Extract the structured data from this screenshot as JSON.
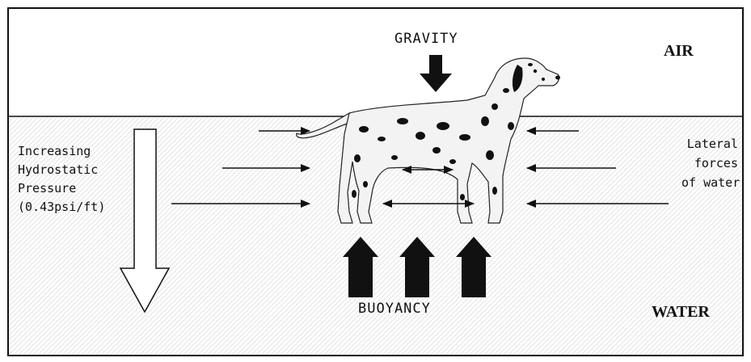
{
  "labels": {
    "gravity": "GRAVITY",
    "air": "AIR",
    "buoyancy": "BUOYANCY",
    "water": "WATER",
    "pressure": [
      "Increasing",
      "Hydrostatic",
      "Pressure",
      "(0.43psi/ft)"
    ],
    "lateral": [
      "Lateral",
      "forces",
      "of water"
    ]
  },
  "colors": {
    "outline": "#111111",
    "water_texture": "#e6e6e6",
    "dog_body": "#f3f3f3",
    "dog_spots": "#111111"
  },
  "icons": {
    "subject": "dalmatian-dog-icon"
  }
}
